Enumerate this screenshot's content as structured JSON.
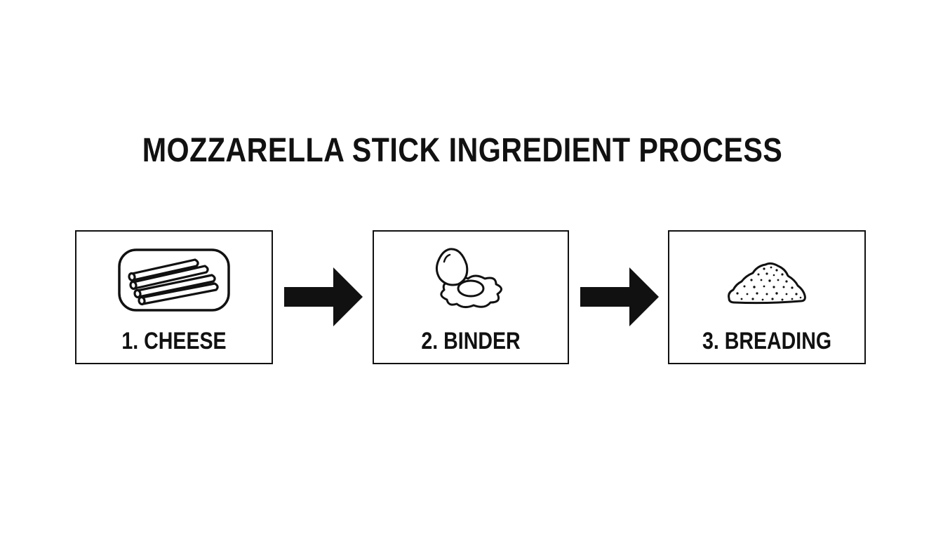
{
  "diagram": {
    "title": "MOZZARELLA STICK INGREDIENT PROCESS",
    "steps": [
      {
        "label": "1. CHEESE",
        "icon": "cheese-sticks-icon"
      },
      {
        "label": "2. BINDER",
        "icon": "egg-icon"
      },
      {
        "label": "3. BREADING",
        "icon": "breadcrumbs-pile-icon"
      }
    ],
    "connectors": [
      "right-arrow-icon",
      "right-arrow-icon"
    ],
    "colors": {
      "background": "#ffffff",
      "ink": "#111111"
    }
  }
}
